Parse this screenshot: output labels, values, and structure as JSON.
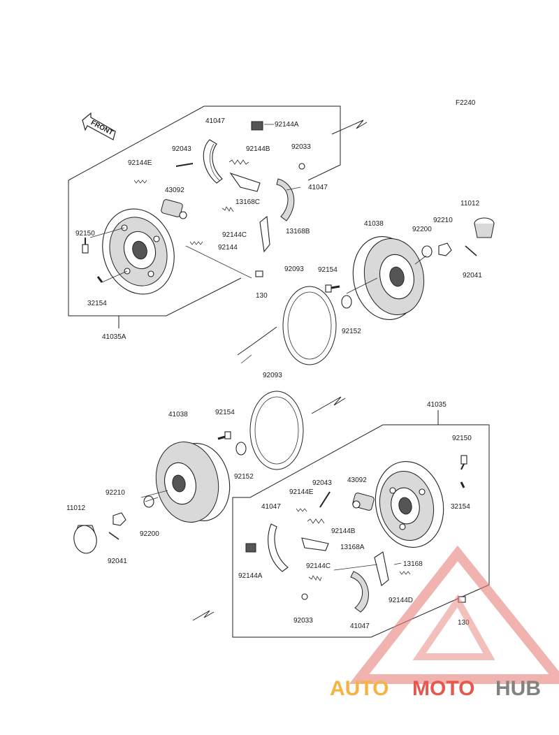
{
  "figure_code": "F2240",
  "front_label": "FRONT",
  "watermark": {
    "auto": "AUTO",
    "moto": "MOTO",
    "hub": "HUB",
    "orange": "#f5a623",
    "red": "#e23b2e",
    "grey": "#6d6d6d"
  },
  "upper_assembly": {
    "group_label": "41035A",
    "parts": [
      "41047",
      "92144A",
      "92043",
      "92144B",
      "92033",
      "92144E",
      "43092",
      "41047",
      "13168C",
      "92150",
      "92144C",
      "13168B",
      "92144",
      "32154",
      "130",
      "41038",
      "92200",
      "92210",
      "11012",
      "92093",
      "92154",
      "92041",
      "92152"
    ]
  },
  "lower_assembly": {
    "group_label": "41035",
    "parts": [
      "92093",
      "41038",
      "92154",
      "92150",
      "92210",
      "92152",
      "92043",
      "43092",
      "92144E",
      "32154",
      "11012",
      "92200",
      "41047",
      "92144B",
      "13168A",
      "92041",
      "92144A",
      "92144C",
      "13168",
      "92144D",
      "130",
      "92033",
      "41047"
    ]
  }
}
